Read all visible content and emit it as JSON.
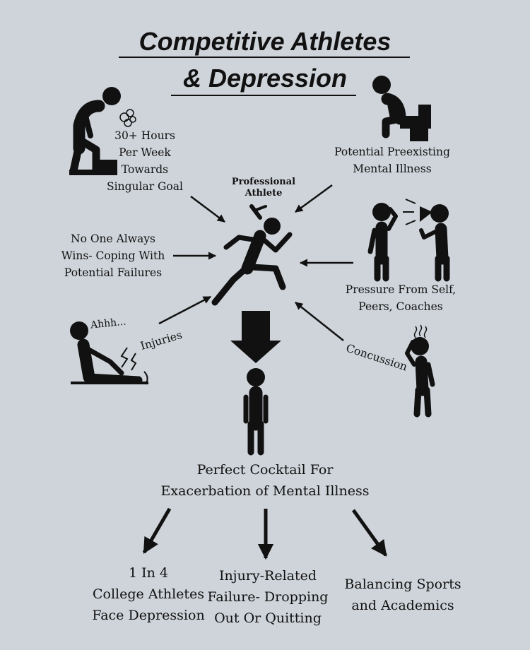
{
  "title": {
    "line1": "Competitive Athletes",
    "line2": "& Depression"
  },
  "center": {
    "label_line1": "Professional",
    "label_line2": "Athlete"
  },
  "factors": {
    "hours": [
      "30+ Hours",
      "Per Week",
      "Towards",
      "Singular Goal"
    ],
    "preexisting": [
      "Potential Preexisting",
      "Mental Illness"
    ],
    "failures": [
      "No One Always",
      "Wins- Coping With",
      "Potential Failures"
    ],
    "pressure": [
      "Pressure From Self,",
      "Peers, Coaches"
    ],
    "injuries": "Injuries",
    "injury_exclaim": "Ahhh...",
    "concussion": "Concussion"
  },
  "result": {
    "line1": "Perfect Cocktail For",
    "line2": "Exacerbation of Mental Illness"
  },
  "outcomes": {
    "college": [
      "1 In 4",
      "College Athletes",
      "Face Depression"
    ],
    "dropout": [
      "Injury-Related",
      "Failure- Dropping",
      "Out Or Quitting"
    ],
    "balance": [
      "Balancing Sports",
      "and Academics"
    ]
  },
  "colors": {
    "background": "#cfd4da",
    "ink": "#111111"
  }
}
